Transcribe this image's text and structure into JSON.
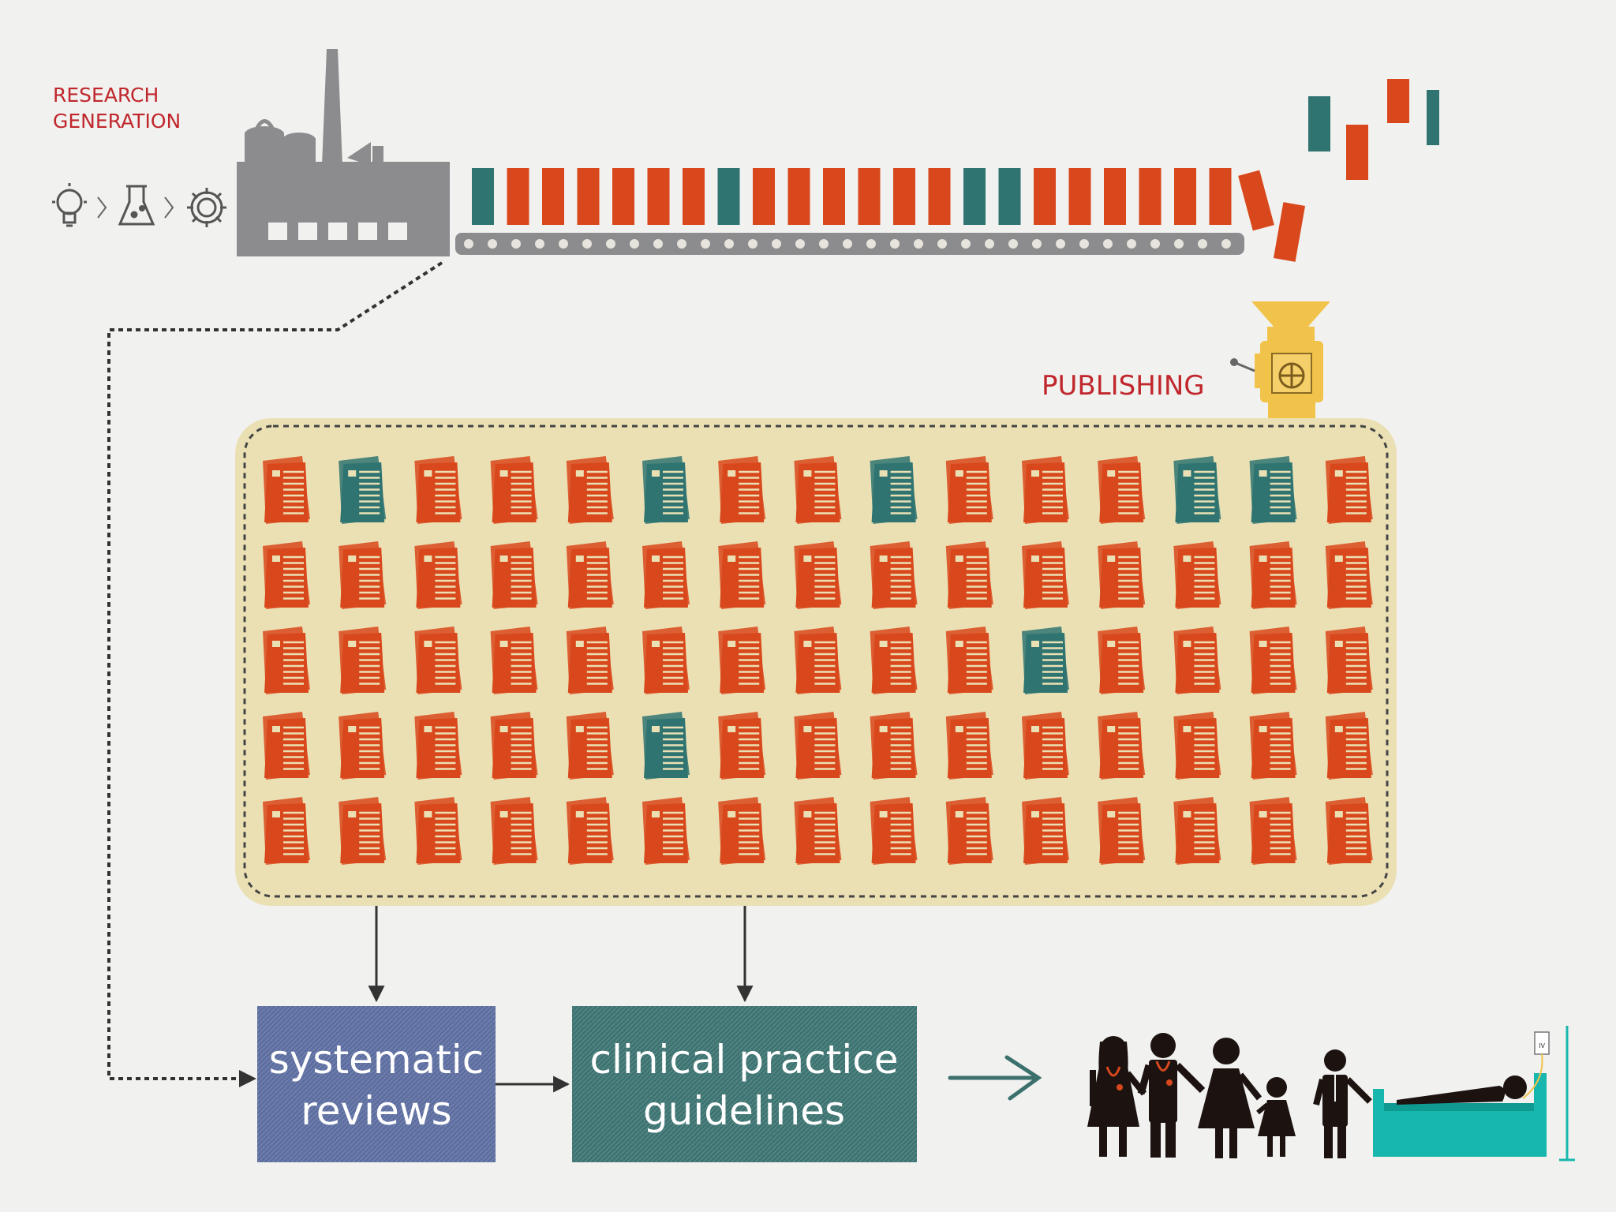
{
  "labels": {
    "research_line1": "RESEARCH",
    "research_line2": "GENERATION",
    "publishing": "PUBLISHING",
    "systematic_line1": "systematic",
    "systematic_line2": "reviews",
    "guidelines_line1": "clinical practice",
    "guidelines_line2": "guidelines",
    "iv_tag": "IV"
  },
  "colors": {
    "orange": "#d9481c",
    "teal": "#2f7471",
    "factory": "#8c8c8e",
    "pool": "#ebe0b4",
    "review_box": "#5d6ea0",
    "guideline_box": "#3d7472",
    "hopper": "#f2c34a",
    "bed": "#18b7ad",
    "figure": "#1c1311",
    "text_red": "#c0272d"
  },
  "pipeline_icons": [
    "lightbulb-icon",
    "flask-icon",
    "gear-icon"
  ],
  "conveyor_items": [
    "teal",
    "orange",
    "orange",
    "orange",
    "orange",
    "orange",
    "orange",
    "teal",
    "orange",
    "orange",
    "orange",
    "orange",
    "orange",
    "orange",
    "teal",
    "teal",
    "orange",
    "orange",
    "orange",
    "orange",
    "orange",
    "orange"
  ],
  "falling_items": [
    "orange",
    "orange",
    "teal",
    "orange",
    "orange",
    "teal"
  ],
  "document_grid": [
    [
      "orange",
      "teal",
      "orange",
      "orange",
      "orange",
      "teal",
      "orange",
      "orange",
      "teal",
      "orange",
      "orange",
      "orange",
      "teal",
      "teal",
      "orange"
    ],
    [
      "orange",
      "orange",
      "orange",
      "orange",
      "orange",
      "orange",
      "orange",
      "orange",
      "orange",
      "orange",
      "orange",
      "orange",
      "orange",
      "orange",
      "orange"
    ],
    [
      "orange",
      "orange",
      "orange",
      "orange",
      "orange",
      "orange",
      "orange",
      "orange",
      "orange",
      "orange",
      "teal",
      "orange",
      "orange",
      "orange",
      "orange"
    ],
    [
      "orange",
      "orange",
      "orange",
      "orange",
      "orange",
      "teal",
      "orange",
      "orange",
      "orange",
      "orange",
      "orange",
      "orange",
      "orange",
      "orange",
      "orange"
    ],
    [
      "orange",
      "orange",
      "orange",
      "orange",
      "orange",
      "orange",
      "orange",
      "orange",
      "orange",
      "orange",
      "orange",
      "orange",
      "orange",
      "orange",
      "orange"
    ]
  ],
  "people": [
    "female-doctor-icon",
    "male-doctor-icon",
    "woman-icon",
    "girl-icon",
    "man-icon",
    "patient-in-bed-icon"
  ]
}
